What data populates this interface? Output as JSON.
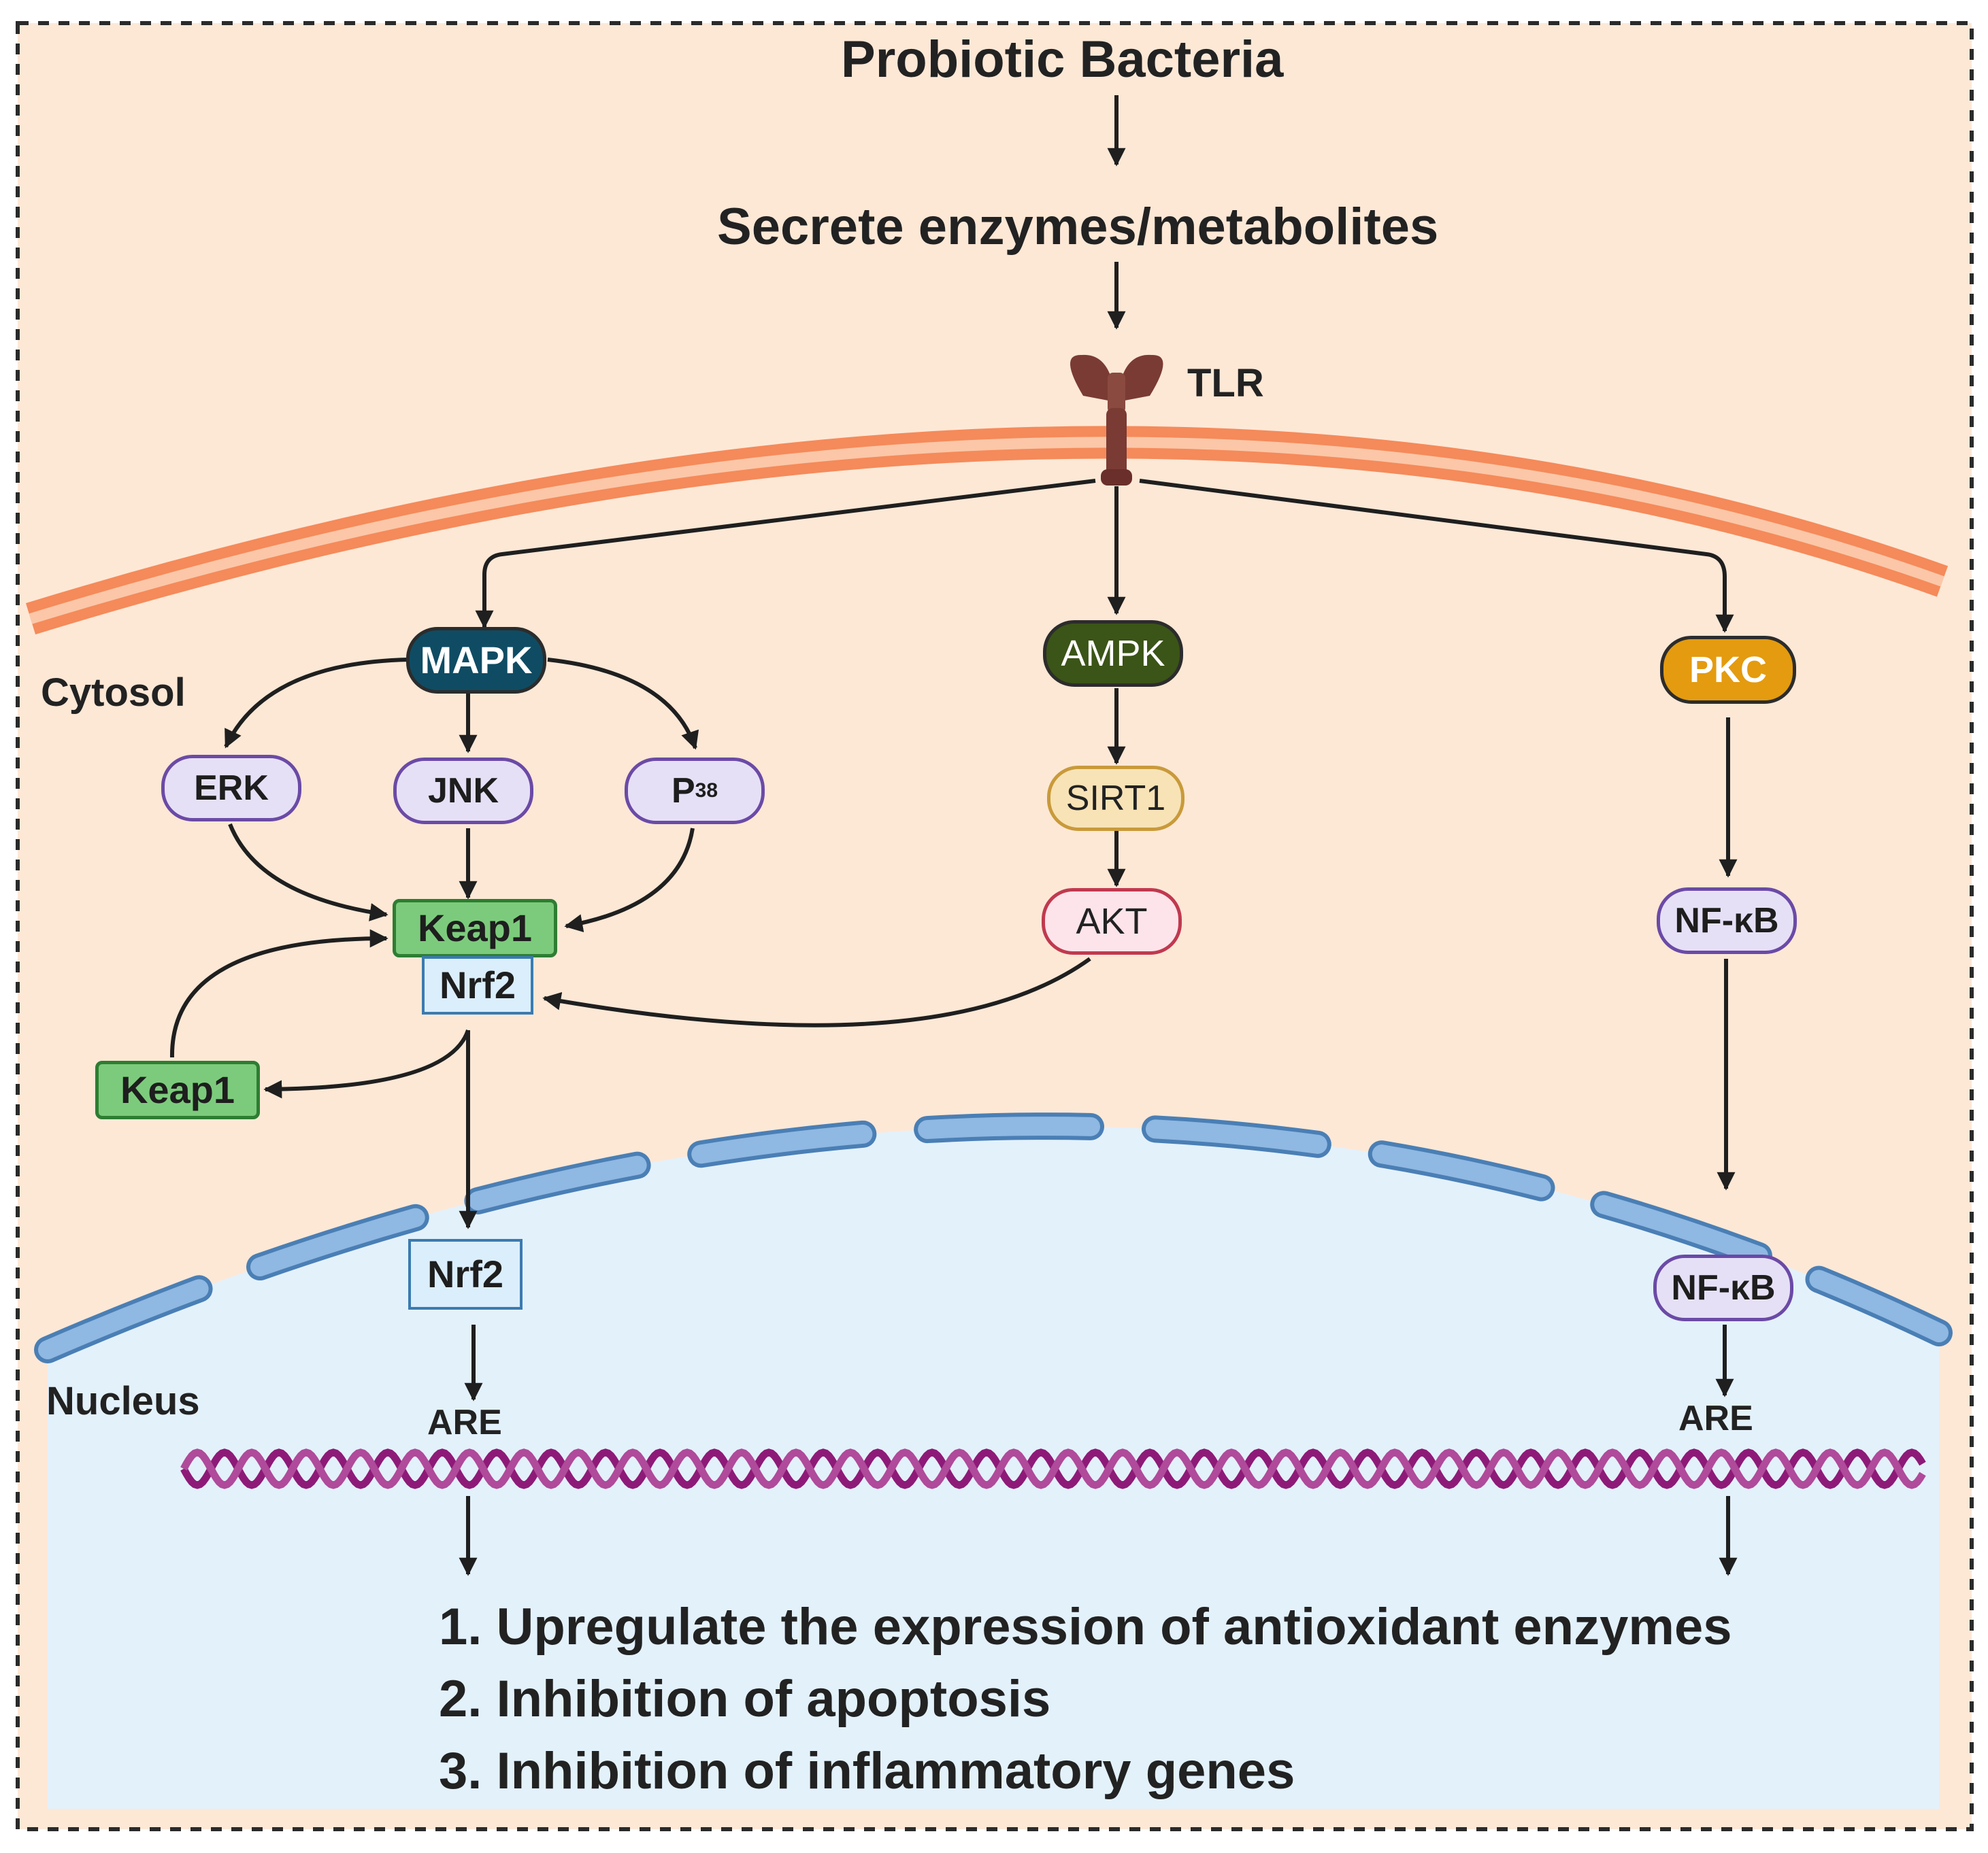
{
  "input": {
    "source": "Probiotic Bacteria",
    "secretion": "Secrete enzymes/metabolites",
    "receptor": "TLR"
  },
  "compartments": {
    "cytosol": "Cytosol",
    "nucleus": "Nucleus"
  },
  "mapk_branch": {
    "mapk": "MAPK",
    "erk": "ERK",
    "jnk": "JNK",
    "p38_base": "P",
    "p38_sup": "38",
    "keap1_complex": "Keap1",
    "nrf2_complex": "Nrf2",
    "keap1_released": "Keap1",
    "nrf2_nuclear": "Nrf2",
    "are": "ARE"
  },
  "ampk_branch": {
    "ampk": "AMPK",
    "sirt1": "SIRT1",
    "akt": "AKT"
  },
  "pkc_branch": {
    "pkc": "PKC",
    "nfkb_cytosol": "NF-κB",
    "nfkb_nuclear": "NF-κB",
    "are": "ARE"
  },
  "outcomes": [
    "1. Upregulate the expression of antioxidant enzymes",
    "2. Inhibition of apoptosis",
    "3. Inhibition of inflammatory genes"
  ],
  "colors": {
    "cytosol_bg": "#fde8d6",
    "nucleus_bg": "#e3f1fb",
    "membrane": "#f58a5a",
    "membrane_inner": "#fbc7a8",
    "nuclear_envelope": "#7aa8d8",
    "dna": "#8e1a78",
    "tlr": "#7a3b34",
    "mapk": "#0f4c63",
    "ampk": "#3b5417",
    "pkc": "#e49b0f",
    "sirt1": "#f7e3b6",
    "akt": "#fde4ea",
    "purple_node": "#e6e0f6",
    "keap1": "#7ccb7c",
    "nrf2": "#dbeefb"
  }
}
